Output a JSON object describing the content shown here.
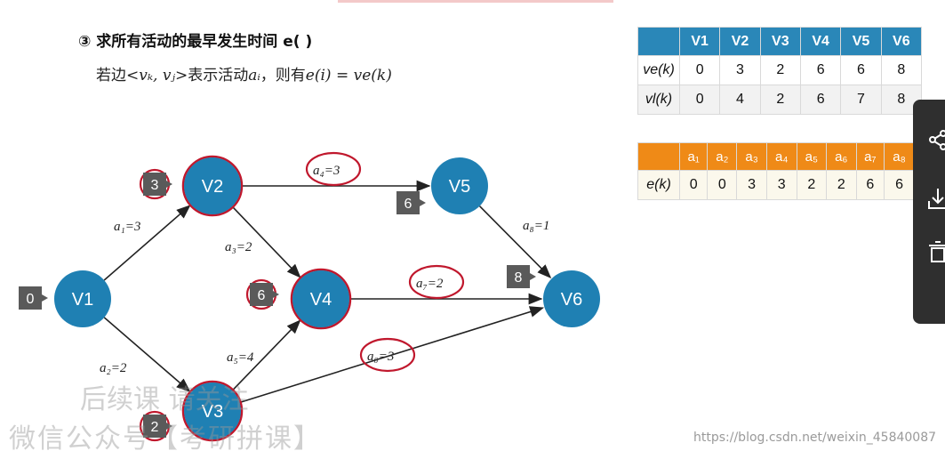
{
  "header": {
    "title": "③ 求所有活动的最早发生时间 e( )",
    "subtitle_prefix": "若边<",
    "subtitle_vars": "vₖ, vⱼ",
    "subtitle_mid": ">表示活动",
    "subtitle_act": "aᵢ",
    "subtitle_suffix": "，则有",
    "subtitle_formula": "e(i) = ve(k)"
  },
  "ve_table": {
    "headers": [
      "V1",
      "V2",
      "V3",
      "V4",
      "V5",
      "V6"
    ],
    "rows": [
      {
        "label": "ve(k)",
        "values": [
          "0",
          "3",
          "2",
          "6",
          "6",
          "8"
        ]
      },
      {
        "label": "vl(k)",
        "values": [
          "0",
          "4",
          "2",
          "6",
          "7",
          "8"
        ]
      }
    ]
  },
  "e_table": {
    "headers": [
      "a₁",
      "a₂",
      "a₃",
      "a₄",
      "a₅",
      "a₆",
      "a₇",
      "a₈"
    ],
    "label": "e(k)",
    "values": [
      "0",
      "0",
      "3",
      "3",
      "2",
      "2",
      "6",
      "6"
    ]
  },
  "graph": {
    "nodes": [
      {
        "id": "V1",
        "label": "V1",
        "badge": "0"
      },
      {
        "id": "V2",
        "label": "V2",
        "badge": "3"
      },
      {
        "id": "V3",
        "label": "V3",
        "badge": "2"
      },
      {
        "id": "V4",
        "label": "V4",
        "badge": "6"
      },
      {
        "id": "V5",
        "label": "V5",
        "badge": "6"
      },
      {
        "id": "V6",
        "label": "V6",
        "badge": "8"
      }
    ],
    "edges": [
      {
        "from": "V1",
        "to": "V2",
        "label": "a₁=3"
      },
      {
        "from": "V1",
        "to": "V3",
        "label": "a₂=2"
      },
      {
        "from": "V2",
        "to": "V4",
        "label": "a₃=2"
      },
      {
        "from": "V2",
        "to": "V5",
        "label": "a₄=3"
      },
      {
        "from": "V3",
        "to": "V4",
        "label": "a₅=4"
      },
      {
        "from": "V3",
        "to": "V6",
        "label": "a₆=3"
      },
      {
        "from": "V4",
        "to": "V6",
        "label": "a₇=2"
      },
      {
        "from": "V5",
        "to": "V6",
        "label": "a₈=1"
      }
    ]
  },
  "watermark": {
    "line1": "后续课 请关注",
    "line2": "微信公众号【考研拼课】"
  },
  "footer": {
    "url": "https://blog.csdn.net/weixin_45840087"
  },
  "colors": {
    "node_fill": "#1f80b3",
    "annotation_red": "#c0182d",
    "badge_fill": "#5a5a5a",
    "ve_header": "#2a87b8",
    "e_header": "#ef8a17"
  }
}
